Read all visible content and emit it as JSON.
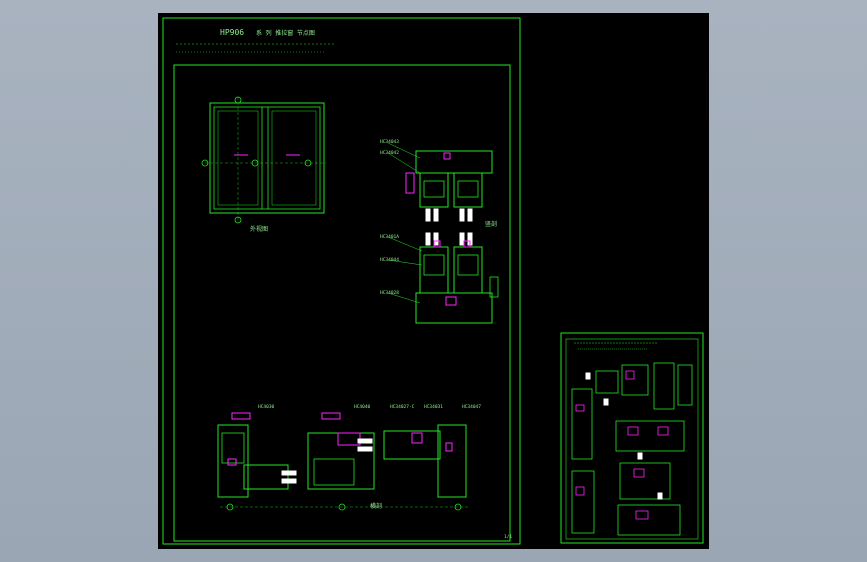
{
  "drawing": {
    "title": "HP906",
    "subtitle_line1": "系 列 推拉窗 节点图",
    "subtitle_line2": "...",
    "elevation_caption": "外视图",
    "vertical_section_caption": "竖剖",
    "horizontal_section_caption": "横剖",
    "page_number": "1/1",
    "part_codes_left": [
      "HC34043",
      "HC34042",
      "HC3401A",
      "HC34044",
      "HC34028"
    ],
    "part_codes_bottom": [
      "HC4030",
      "HC4040",
      "HC34027-C",
      "HC34031",
      "HC34047"
    ]
  },
  "colors": {
    "background": "#000000",
    "frame_lines": "#22e622",
    "profile_accent": "#ff22ff",
    "canvas_bg": "#a9b3c0"
  }
}
